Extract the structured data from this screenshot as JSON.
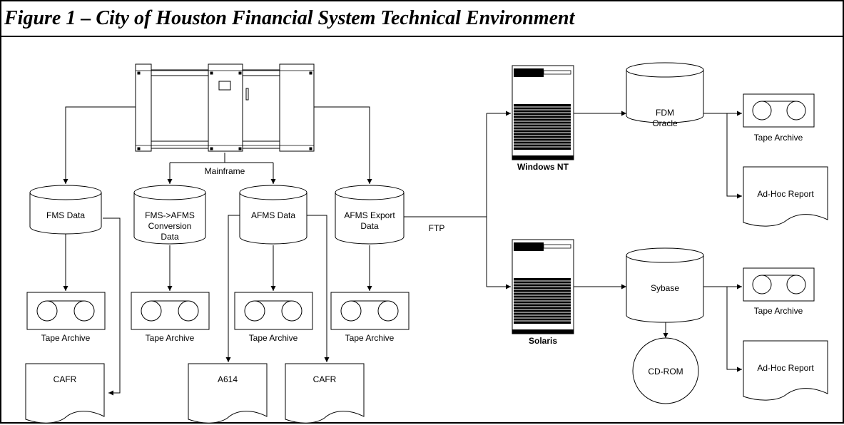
{
  "title": "Figure 1 – City of Houston Financial System Technical Environment",
  "mainframe": {
    "label": "Mainframe"
  },
  "databases": {
    "fms": [
      "FMS Data"
    ],
    "conversion": [
      "FMS->AFMS",
      "Conversion",
      "Data"
    ],
    "afms": [
      "AFMS Data"
    ],
    "export": [
      "AFMS Export",
      "Data"
    ],
    "fdm": [
      "FDM",
      "Oracle"
    ],
    "sybase": [
      "Sybase"
    ]
  },
  "tapes": {
    "fms": "Tape Archive",
    "conversion": "Tape Archive",
    "afms": "Tape Archive",
    "export": "Tape Archive",
    "fdm": "Tape Archive",
    "sybase": "Tape Archive"
  },
  "reports": {
    "cafr1": "CAFR",
    "a614": "A614",
    "cafr2": "CAFR",
    "adhoc1": "Ad-Hoc Report",
    "adhoc2": "Ad-Hoc Report"
  },
  "servers": {
    "windows": "Windows NT",
    "solaris": "Solaris"
  },
  "cdrom": "CD-ROM",
  "ftp": "FTP"
}
